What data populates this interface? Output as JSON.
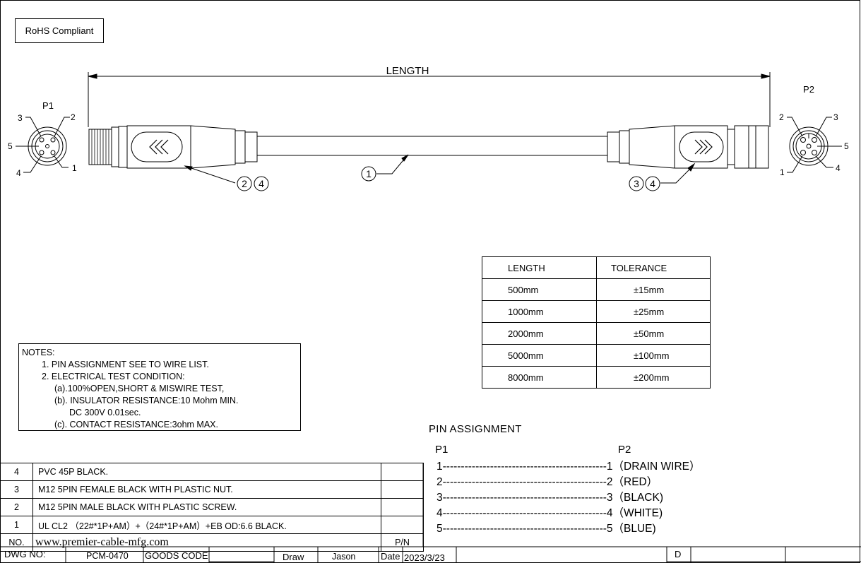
{
  "rohs": "RoHS Compliant",
  "drawing": {
    "length_label": "LENGTH",
    "p1_label": "P1",
    "p2_label": "P2",
    "pins": [
      "1",
      "2",
      "3",
      "4",
      "5"
    ],
    "callouts": [
      "1",
      "2",
      "4",
      "3",
      "4"
    ]
  },
  "tolerance_table": {
    "headers": [
      "LENGTH",
      "TOLERANCE"
    ],
    "rows": [
      [
        "500mm",
        "±15mm"
      ],
      [
        "1000mm",
        "±25mm"
      ],
      [
        "2000mm",
        "±50mm"
      ],
      [
        "5000mm",
        "±100mm"
      ],
      [
        "8000mm",
        "±200mm"
      ]
    ]
  },
  "notes": {
    "title": "NOTES:",
    "lines": [
      "1. PIN ASSIGNMENT SEE TO WIRE LIST.",
      "2. ELECTRICAL TEST CONDITION:",
      "(a).100%OPEN,SHORT & MISWIRE TEST,",
      "(b). INSULATOR RESISTANCE:10 Mohm MIN.",
      "DC 300V 0.01sec.",
      "(c). CONTACT RESISTANCE:3ohm MAX."
    ]
  },
  "pin_assignment": {
    "title": "PIN  ASSIGNMENT",
    "p1": "P1",
    "p2": "P2",
    "rows": [
      "1---------------------------------------------1（DRAIN WIRE）",
      "2---------------------------------------------2（RED）",
      "3---------------------------------------------3（BLACK)",
      "4---------------------------------------------4（WHITE)",
      "5---------------------------------------------5（BLUE)"
    ]
  },
  "bom": {
    "rows": [
      {
        "no": "4",
        "desc": "PVC 45P BLACK."
      },
      {
        "no": "3",
        "desc": "M12 5PIN FEMALE  BLACK WITH PLASTIC NUT."
      },
      {
        "no": "2",
        "desc": "M12 5PIN MALE  BLACK WITH PLASTIC SCREW."
      },
      {
        "no": "1",
        "desc": "UL CL2 （22#*1P+AM）+（24#*1P+AM）+EB  OD:6.6  BLACK."
      }
    ],
    "footer_no": "NO.",
    "footer_url": "www.premier-cable-mfg.com",
    "footer_pn": "P/N"
  },
  "title_block": {
    "dwg_no_label": "DWG NO:",
    "dwg_no": "PCM-0470",
    "goods_code_label": "GOODS CODE",
    "draw_label": "Draw",
    "draw_name": "Jason",
    "date_label": "Date",
    "date": "2023/3/23",
    "rev": "D"
  }
}
